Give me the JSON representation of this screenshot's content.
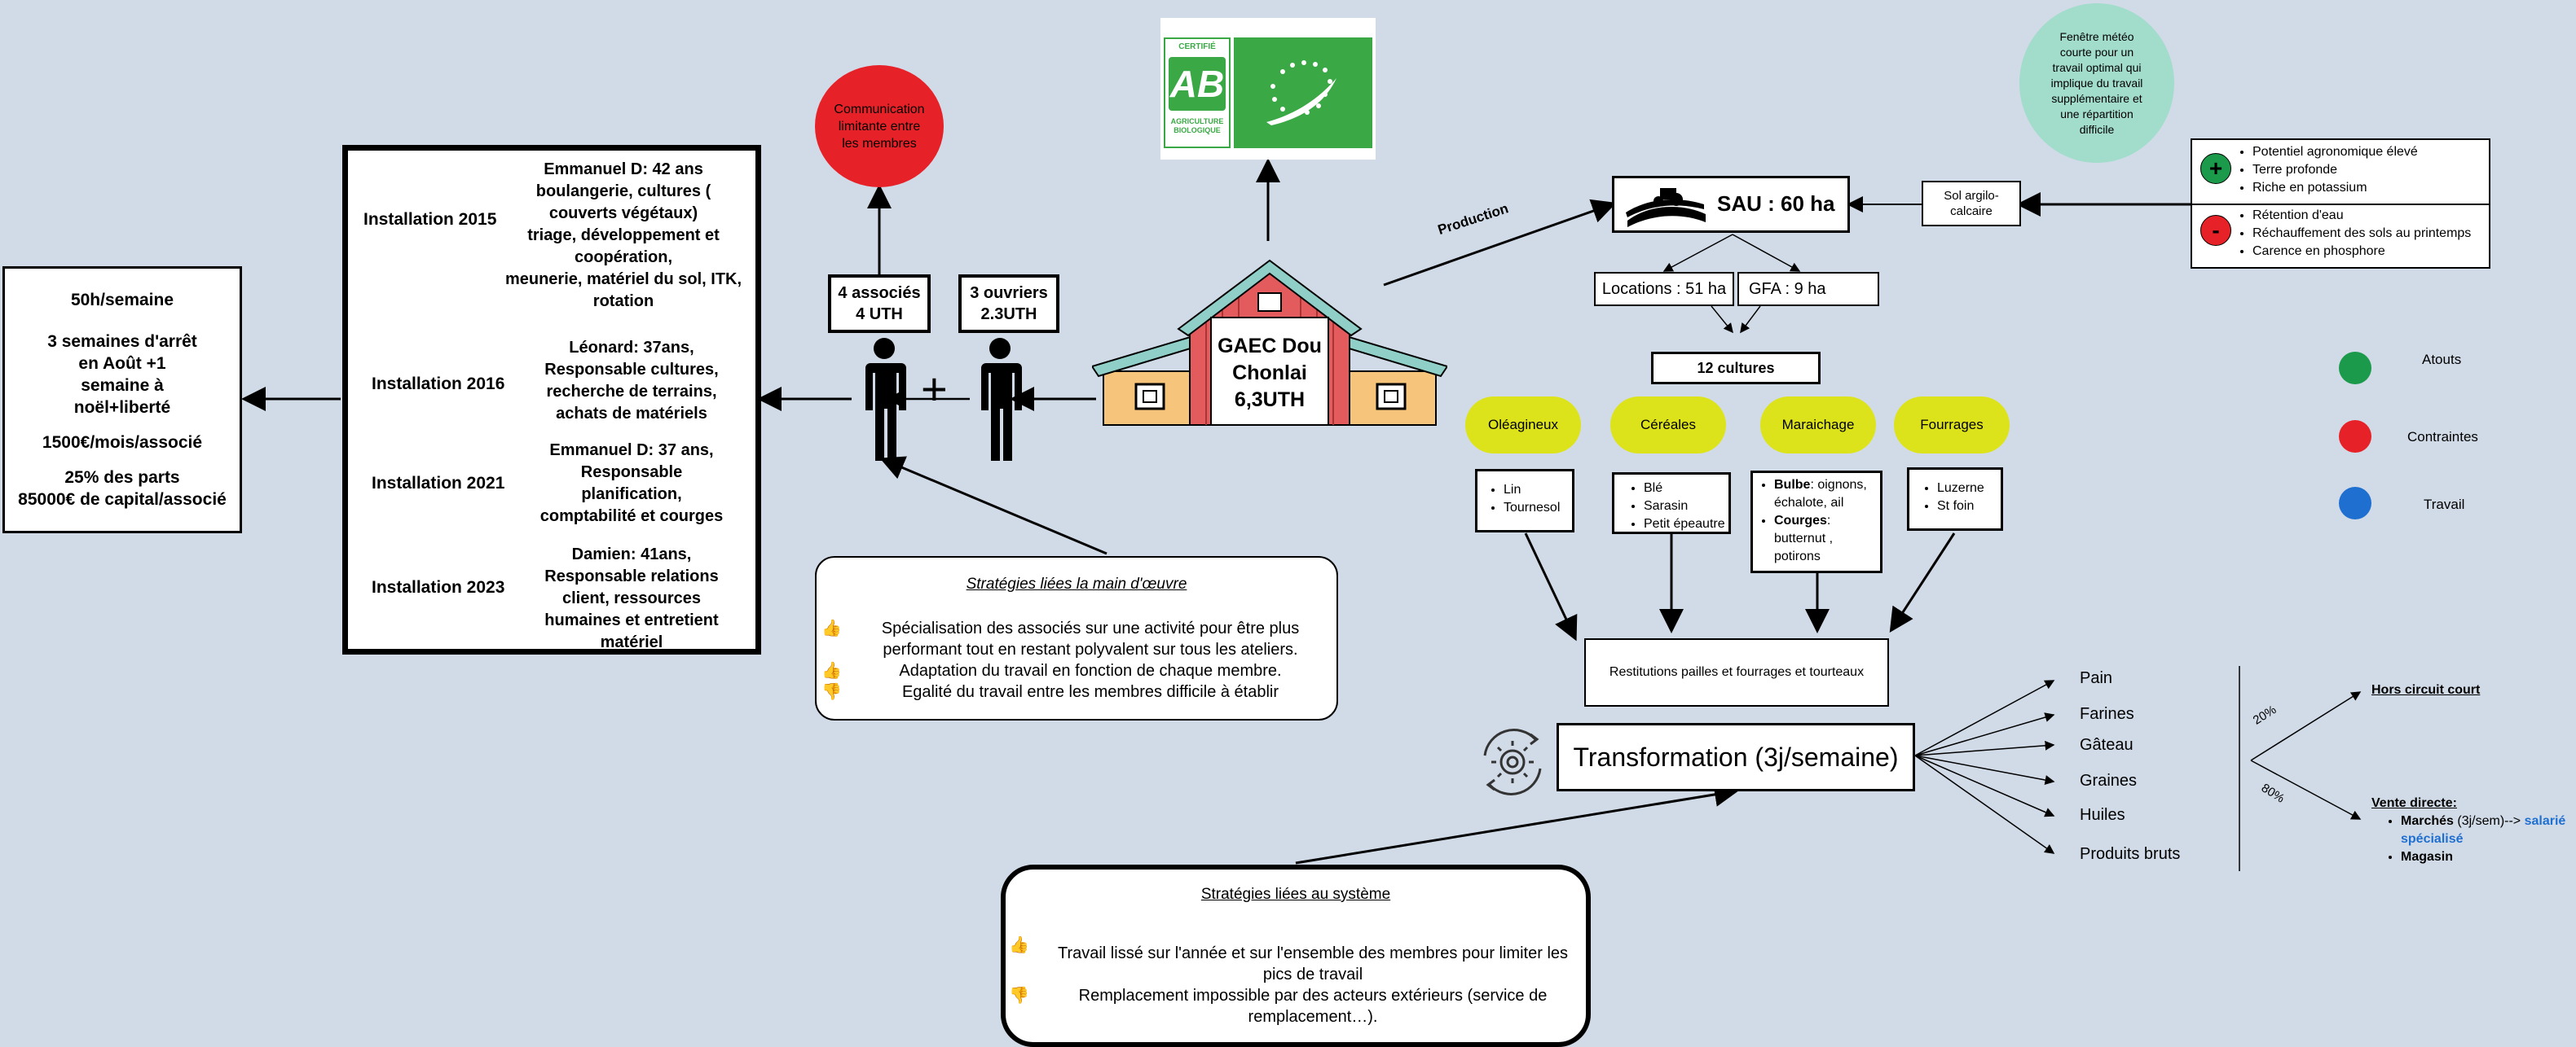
{
  "left_box": {
    "hours": "50h/semaine",
    "vacation": [
      "3 semaines d'arrêt",
      "en Août +1",
      "semaine à",
      "noël+liberté"
    ],
    "income": "1500€/mois/associé",
    "shares": [
      "25% des parts",
      "85000€ de capital/associé"
    ]
  },
  "installations": [
    {
      "label": "Installation 2015",
      "text": [
        "Emmanuel D: 42 ans",
        "boulangerie, cultures (",
        "couverts végétaux)",
        "triage, développement et",
        "coopération,",
        "meunerie, matériel du sol, ITK,",
        "rotation"
      ]
    },
    {
      "label": "Installation 2016",
      "text": [
        "Léonard: 37ans,",
        "Responsable cultures,",
        "recherche de terrains,",
        "achats de matériels"
      ]
    },
    {
      "label": "Installation 2021",
      "text": [
        "Emmanuel D: 37 ans,",
        "Responsable",
        "planification,",
        "comptabilité et courges"
      ]
    },
    {
      "label": "Installation 2023",
      "text": [
        "Damien: 41ans,",
        "Responsable relations",
        "client, ressources",
        "humaines et entretient",
        "matériel"
      ]
    }
  ],
  "communication": [
    "Communication",
    "limitante entre",
    "les membres"
  ],
  "associes": [
    "4 associés",
    "4 UTH"
  ],
  "ouvriers": [
    "3 ouvriers",
    "2.3UTH"
  ],
  "plus_sign": "+",
  "farm": [
    "GAEC Dou",
    "Chonlai",
    "6,3UTH"
  ],
  "logo": {
    "certified": "CERTIFIÉ",
    "ab": "AB",
    "bio_line1": "AGRICULTURE",
    "bio_line2": "BIOLOGIQUE"
  },
  "production_label": "Production",
  "sau": "SAU : 60 ha",
  "sol": [
    "Sol argilo-",
    "calcaire"
  ],
  "meteo": [
    "Fenêtre météo",
    "courte pour un",
    "travail optimal qui",
    "implique du travail",
    "supplémentaire et",
    "une répartition",
    "difficile"
  ],
  "soil_plus": {
    "sign": "+",
    "items": [
      "Potentiel agronomique élevé",
      "Terre profonde",
      "Riche en potassium"
    ]
  },
  "soil_minus": {
    "sign": "-",
    "items": [
      "Rétention d'eau",
      "Réchauffement des sols au printemps",
      "Carence en phosphore"
    ]
  },
  "locations": "Locations : 51 ha",
  "gfa": "GFA : 9 ha",
  "cultures": "12 cultures",
  "categories": [
    {
      "name": "Oléagineux",
      "items": [
        "Lin",
        "Tournesol"
      ]
    },
    {
      "name": "Céréales",
      "items": [
        "Blé",
        "Sarasin",
        "Petit épeautre"
      ]
    },
    {
      "name": "Maraichage",
      "items": []
    },
    {
      "name": "Fourrages",
      "items": [
        "Luzerne",
        "St foin"
      ]
    }
  ],
  "maraichage_items": [
    {
      "bold": "Bulbe",
      "rest": ": oignons, échalote, ail"
    },
    {
      "bold": "Courges",
      "rest": ": butternut , potirons"
    }
  ],
  "restitutions": "Restitutions pailles et fourrages et tourteaux",
  "transformation": "Transformation (3j/semaine)",
  "products": [
    "Pain",
    "Farines",
    "Gâteau",
    "Graines",
    "Huiles",
    "Produits bruts"
  ],
  "pct_top": "20%",
  "pct_bottom": "80%",
  "hors_circuit": "Hors circuit court",
  "vente": {
    "title": "Vente directe:",
    "marches_bold": "Marchés",
    "marches_rest": " (3j/sem)--> ",
    "salarie": "salarié spécialisé",
    "magasin": "Magasin"
  },
  "legend": [
    {
      "label": "Atouts",
      "color": "#1a9a4a"
    },
    {
      "label": "Contraintes",
      "color": "#e62228"
    },
    {
      "label": "Travail",
      "color": "#1f6fd1"
    }
  ],
  "strategy_mo": {
    "title": "Stratégies liées la main d'œuvre",
    "items": [
      {
        "kind": "up",
        "text": "Spécialisation des associés sur une activité pour être plus performant tout en restant polyvalent sur tous les ateliers."
      },
      {
        "kind": "up",
        "text": "Adaptation du travail en fonction de chaque membre."
      },
      {
        "kind": "down",
        "text": "Egalité du travail entre les membres difficile à établir"
      }
    ]
  },
  "strategy_sys": {
    "title": "Stratégies liées au système",
    "items": [
      {
        "kind": "up",
        "text": "Travail lissé sur l'année et sur l'ensemble des membres pour limiter les pics de travail"
      },
      {
        "kind": "down",
        "text": "Remplacement impossible par des acteurs extérieurs (service de remplacement…)."
      }
    ]
  },
  "colors": {
    "background": "#d1dbe7",
    "red_circle": "#e62228",
    "teal_circle": "#a2dccb",
    "yellow_pill": "#dde31b",
    "barn_red": "#e45b5e",
    "barn_roof": "#8fcfc7",
    "barn_base": "#f6c47a",
    "bio_green": "#3aa845"
  },
  "icons": [
    "person-icon",
    "barn-icon",
    "tractor-icon",
    "gear-cycle-icon",
    "thumbs-up-icon",
    "thumbs-down-icon"
  ]
}
